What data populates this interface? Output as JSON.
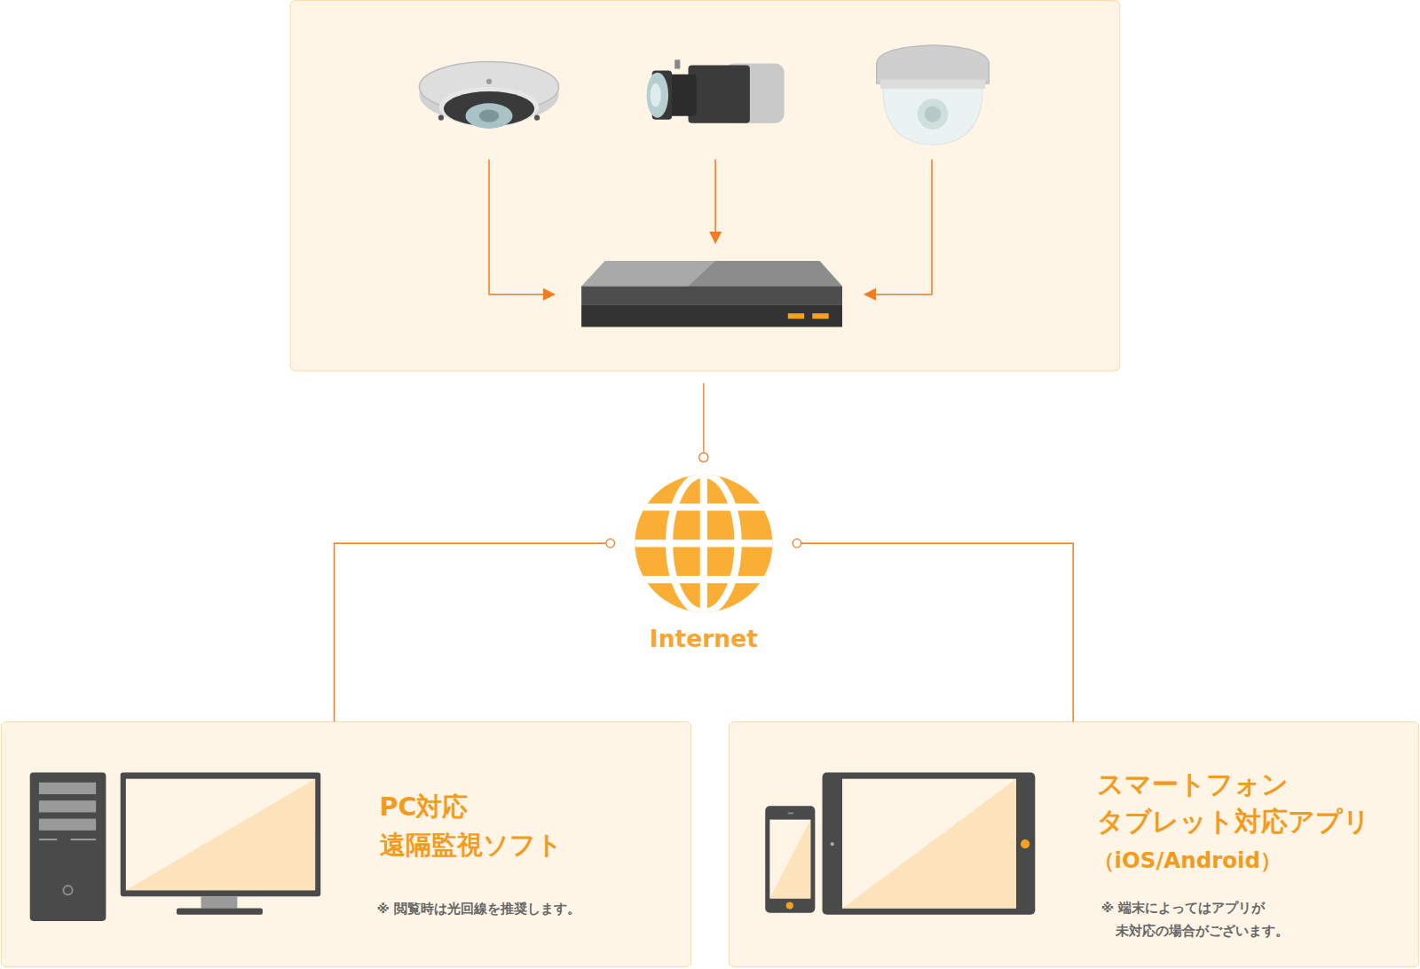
{
  "diagram": {
    "nodes": [
      {
        "text": [
          "Internet"
        ]
      },
      {
        "text": [
          "PC対応 遠隔監視ソフト",
          "※ 閲覧時は光回線を推奨します。"
        ]
      },
      {
        "text": [
          "スマートフォン タブレット対応アプリ",
          "（iOS/Android）",
          "※ 端末によってはアプリが 未対応の場合がございます。"
        ]
      }
    ],
    "edges": [
      {
        "from": 0,
        "to": 1,
        "arrow": "none"
      },
      {
        "from": 0,
        "to": 2,
        "arrow": "none"
      }
    ]
  }
}
